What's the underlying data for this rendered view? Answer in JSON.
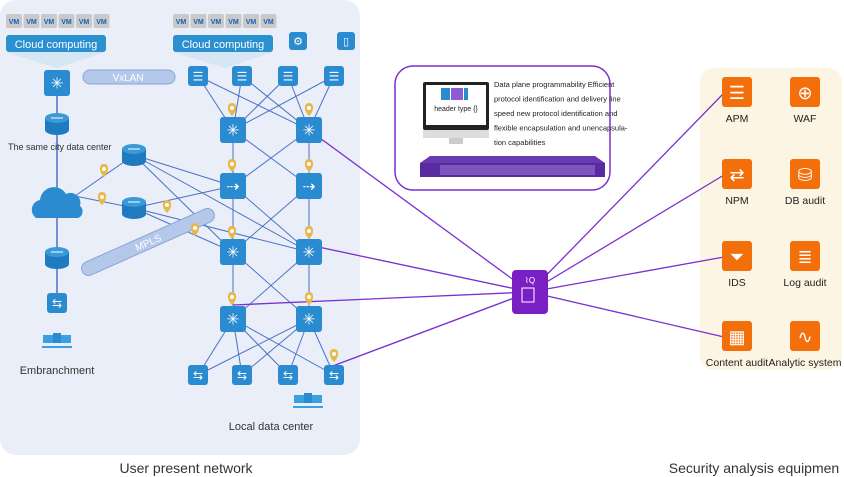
{
  "left_panel": {
    "caption": "User present network",
    "vm_label": "VM",
    "cloud_left": "Cloud computing",
    "cloud_right": "Cloud computing",
    "vxlan": "VxLAN",
    "mpls": "MPLS",
    "same_city": "The same city data center",
    "embranchment": "Embranchment",
    "local_dc": "Local data center"
  },
  "bubble": {
    "screen_label": "header type {}",
    "lines": [
      "Data plane programmability Efficient",
      "protocol identification and delivery line",
      "speed new protocol identification and",
      "flexible encapsulation and unencapsula-",
      "tion capabilities"
    ]
  },
  "right_panel": {
    "caption": "Security analysis equipmen",
    "tools": [
      {
        "label": "APM",
        "icon": "list-icon"
      },
      {
        "label": "WAF",
        "icon": "globe-search-icon"
      },
      {
        "label": "NPM",
        "icon": "traffic-icon"
      },
      {
        "label": "DB audit",
        "icon": "database-search-icon"
      },
      {
        "label": "IDS",
        "icon": "filter-icon"
      },
      {
        "label": "Log audit",
        "icon": "log-search-icon"
      },
      {
        "label": "Content audit",
        "icon": "grid-search-icon"
      },
      {
        "label": "Analytic system",
        "icon": "pulse-search-icon"
      }
    ]
  },
  "colors": {
    "panel_bg": "#e9eef8",
    "device_blue": "#2a8bd0",
    "link_blue": "#4a72c8",
    "tap_purple": "#7b2fd0",
    "hub_purple": "#7a1fc4",
    "tool_orange": "#f26f0c",
    "tool_panel_bg": "#fdf5e4",
    "pin_gold": "#e8b84a"
  }
}
